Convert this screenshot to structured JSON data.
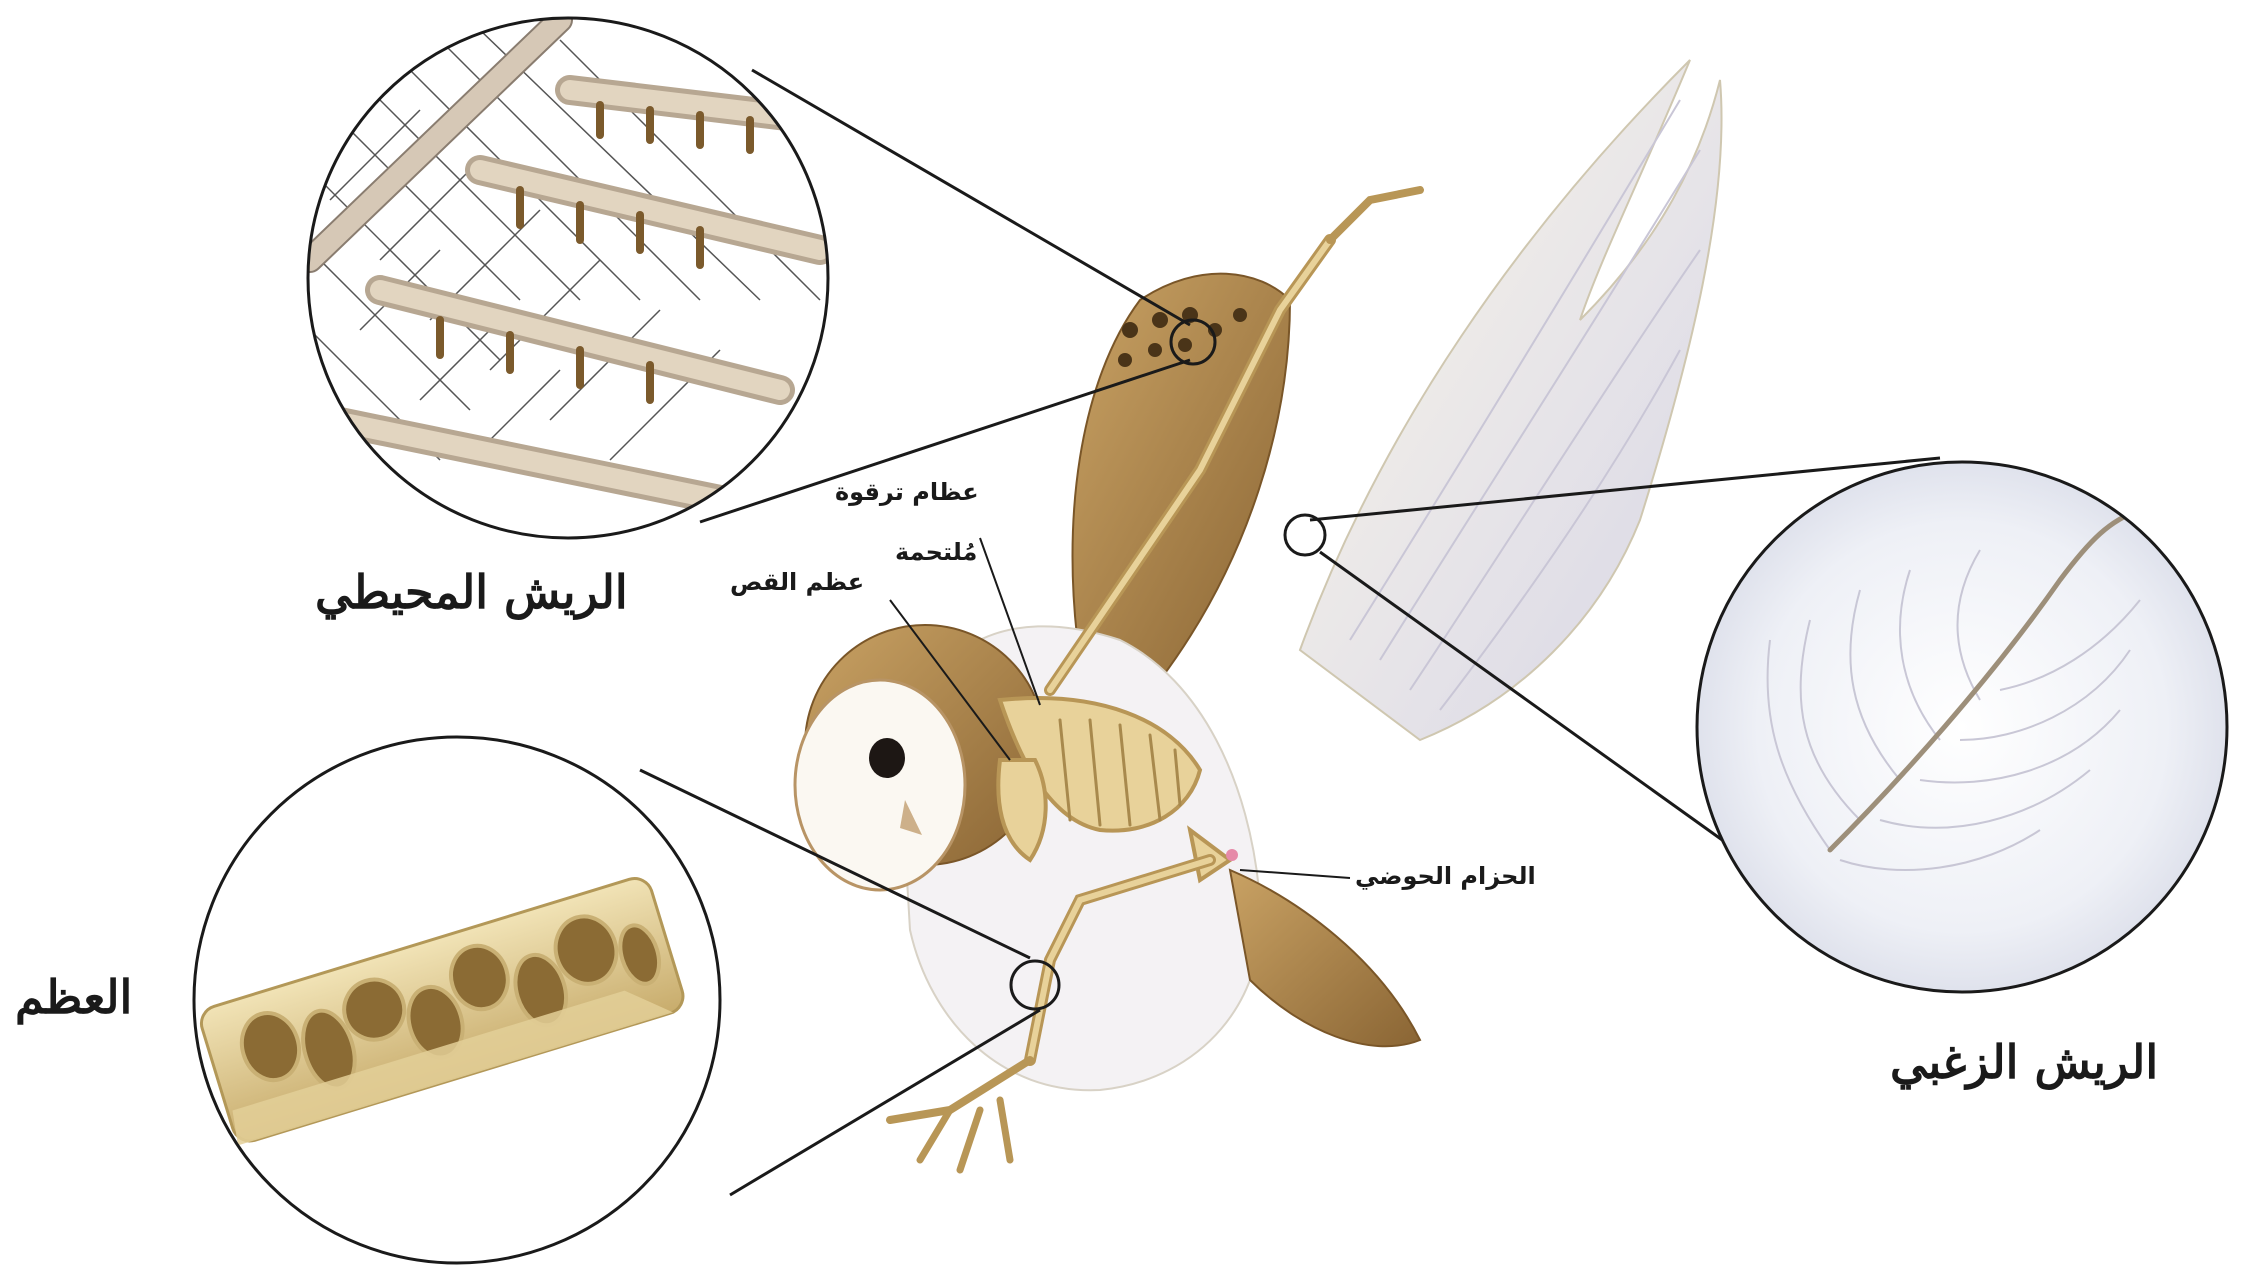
{
  "labels": {
    "contour_feathers": "الريش المحيطي",
    "down_feathers": "الريش الزغبي",
    "bone": "العظم",
    "fused_collarbones_line1": "عظام ترقوة",
    "fused_collarbones_line2": "مُلتحمة",
    "keel": "عظم القص",
    "pelvic_girdle": "الحزام الحوضي"
  },
  "colors": {
    "feather_brown": "#a67c45",
    "feather_light": "#e8e6f0",
    "bone": "#dcc48a",
    "leader_line": "#1a1a1a"
  }
}
